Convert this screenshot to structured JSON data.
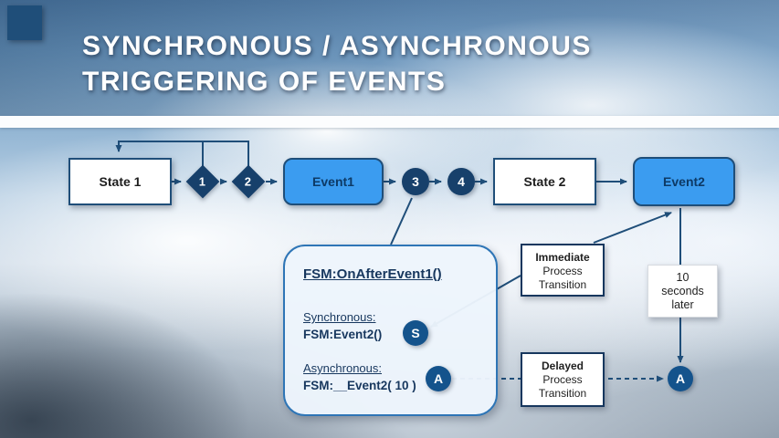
{
  "title": {
    "line1": "SYNCHRONOUS / ASYNCHRONOUS",
    "line2": "TRIGGERING OF EVENTS"
  },
  "nodes": {
    "state1": "State 1",
    "d1": "1",
    "d2": "2",
    "event1": "Event1",
    "c3": "3",
    "c4": "4",
    "state2": "State 2",
    "event2": "Event2"
  },
  "callout": {
    "heading": "FSM:OnAfterEvent1()",
    "sync_label": "Synchronous:",
    "sync_code": "FSM:Event2()",
    "async_label": "Asynchronous:",
    "async_code": "FSM:__Event2( 10 )"
  },
  "badges": {
    "s": "S",
    "a_left": "A",
    "a_right": "A"
  },
  "labels": {
    "immediate": {
      "title": "Immediate",
      "line2": "Process",
      "line3": "Transition"
    },
    "delay": {
      "line1": "10",
      "line2": "seconds",
      "line3": "later"
    },
    "delayed": {
      "title": "Delayed",
      "line2": "Process",
      "line3": "Transition"
    }
  },
  "colors": {
    "navy": "#1F4E79",
    "accent_blue": "#3B9CF0",
    "callout_border": "#2E75B6"
  }
}
